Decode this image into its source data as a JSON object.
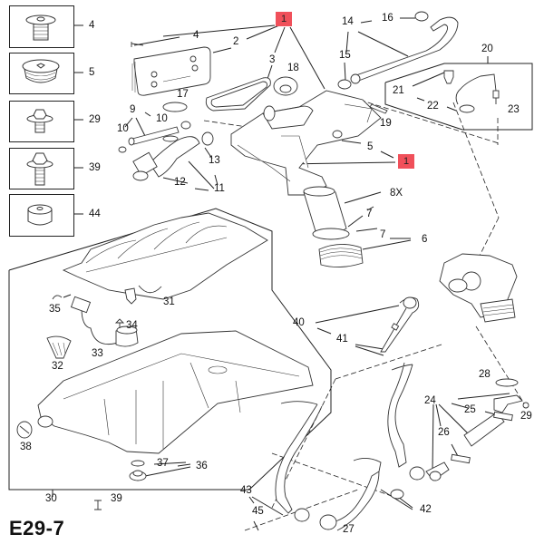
{
  "diagram": {
    "id_label": "E29-7",
    "accent_color": "#f0505a",
    "callouts": [
      {
        "key": "callout-top",
        "text": "1"
      },
      {
        "key": "callout-right",
        "text": "1"
      }
    ],
    "legend": [
      {
        "part": "4",
        "icon": "torx-bolt-icon"
      },
      {
        "part": "5",
        "icon": "plug-screw-icon"
      },
      {
        "part": "29",
        "icon": "hex-flange-bolt-short-icon"
      },
      {
        "part": "39",
        "icon": "hex-flange-bolt-long-icon"
      },
      {
        "part": "44",
        "icon": "bushing-icon"
      }
    ],
    "labels": {
      "l4a": "4",
      "l2": "2",
      "l3": "3",
      "l18": "18",
      "l17": "17",
      "l9": "9",
      "l10a": "10",
      "l10b": "10",
      "l13": "13",
      "l12": "12",
      "l11": "11",
      "l14": "14",
      "l16": "16",
      "l15": "15",
      "l20": "20",
      "l21": "21",
      "l22": "22",
      "l23": "23",
      "l19": "19",
      "l5": "5",
      "l8x": "8X",
      "l7a": "7",
      "l7b": "7",
      "l6": "6",
      "l31": "31",
      "l35": "35",
      "l34": "34",
      "l33": "33",
      "l32": "32",
      "l38": "38",
      "l37": "37",
      "l36": "36",
      "l30": "30",
      "l39": "39",
      "l40": "40",
      "l41": "41",
      "l28": "28",
      "l24": "24",
      "l25": "25",
      "l29": "29",
      "l26": "26",
      "l42": "42",
      "l43": "43",
      "l45": "45",
      "l27": "27"
    }
  }
}
